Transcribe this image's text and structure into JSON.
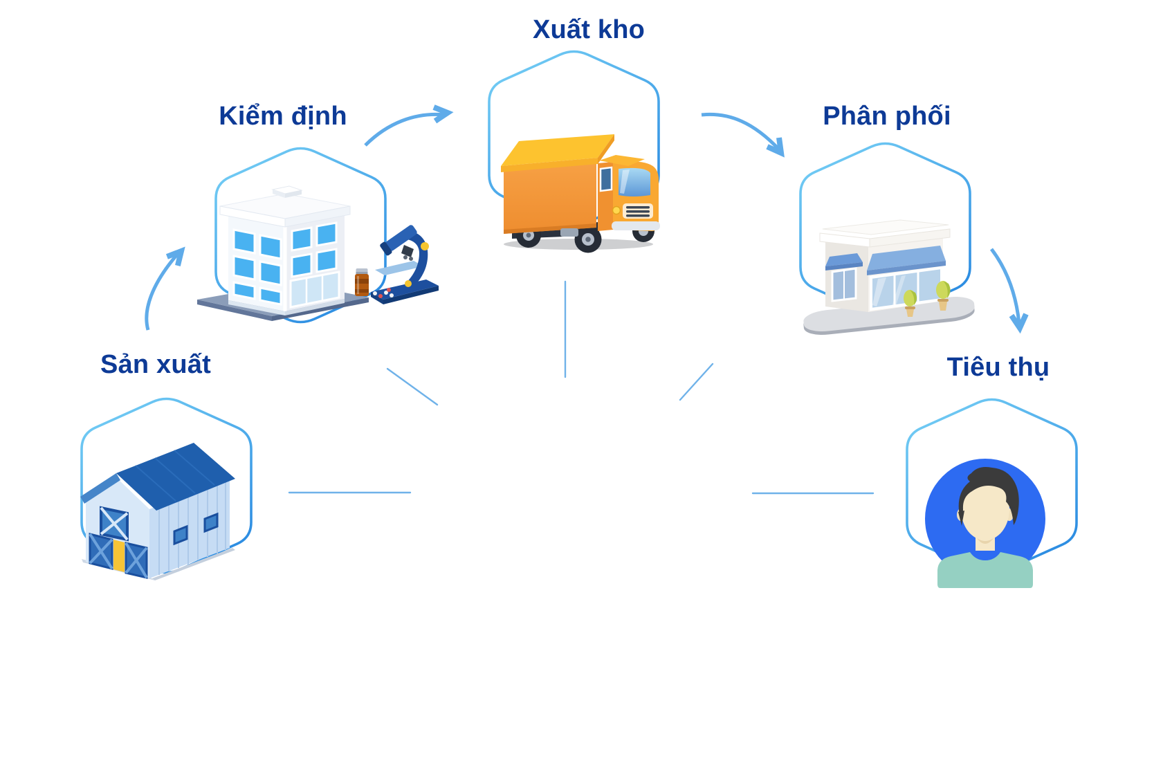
{
  "diagram": {
    "background": "#ffffff",
    "label_color": "#0d3a96",
    "accent": {
      "hex_stroke_light": "#79d2f6",
      "hex_stroke_dark": "#2e8ee2",
      "arrow": "#5fabe9",
      "ray": "#6fb2e9"
    },
    "flow_order": [
      "san-xuat",
      "kiem-dinh",
      "xuat-kho",
      "phan-phoi",
      "tieu-thu"
    ],
    "nodes": [
      {
        "id": "san-xuat",
        "label": "Sản xuất",
        "icon": "barn-icon"
      },
      {
        "id": "kiem-dinh",
        "label": "Kiểm định",
        "icon": "lab-building-microscope-icon"
      },
      {
        "id": "xuat-kho",
        "label": "Xuất kho",
        "icon": "delivery-truck-icon"
      },
      {
        "id": "phan-phoi",
        "label": "Phân phối",
        "icon": "storefront-icon"
      },
      {
        "id": "tieu-thu",
        "label": "Tiêu thụ",
        "icon": "person-avatar-icon"
      }
    ]
  }
}
